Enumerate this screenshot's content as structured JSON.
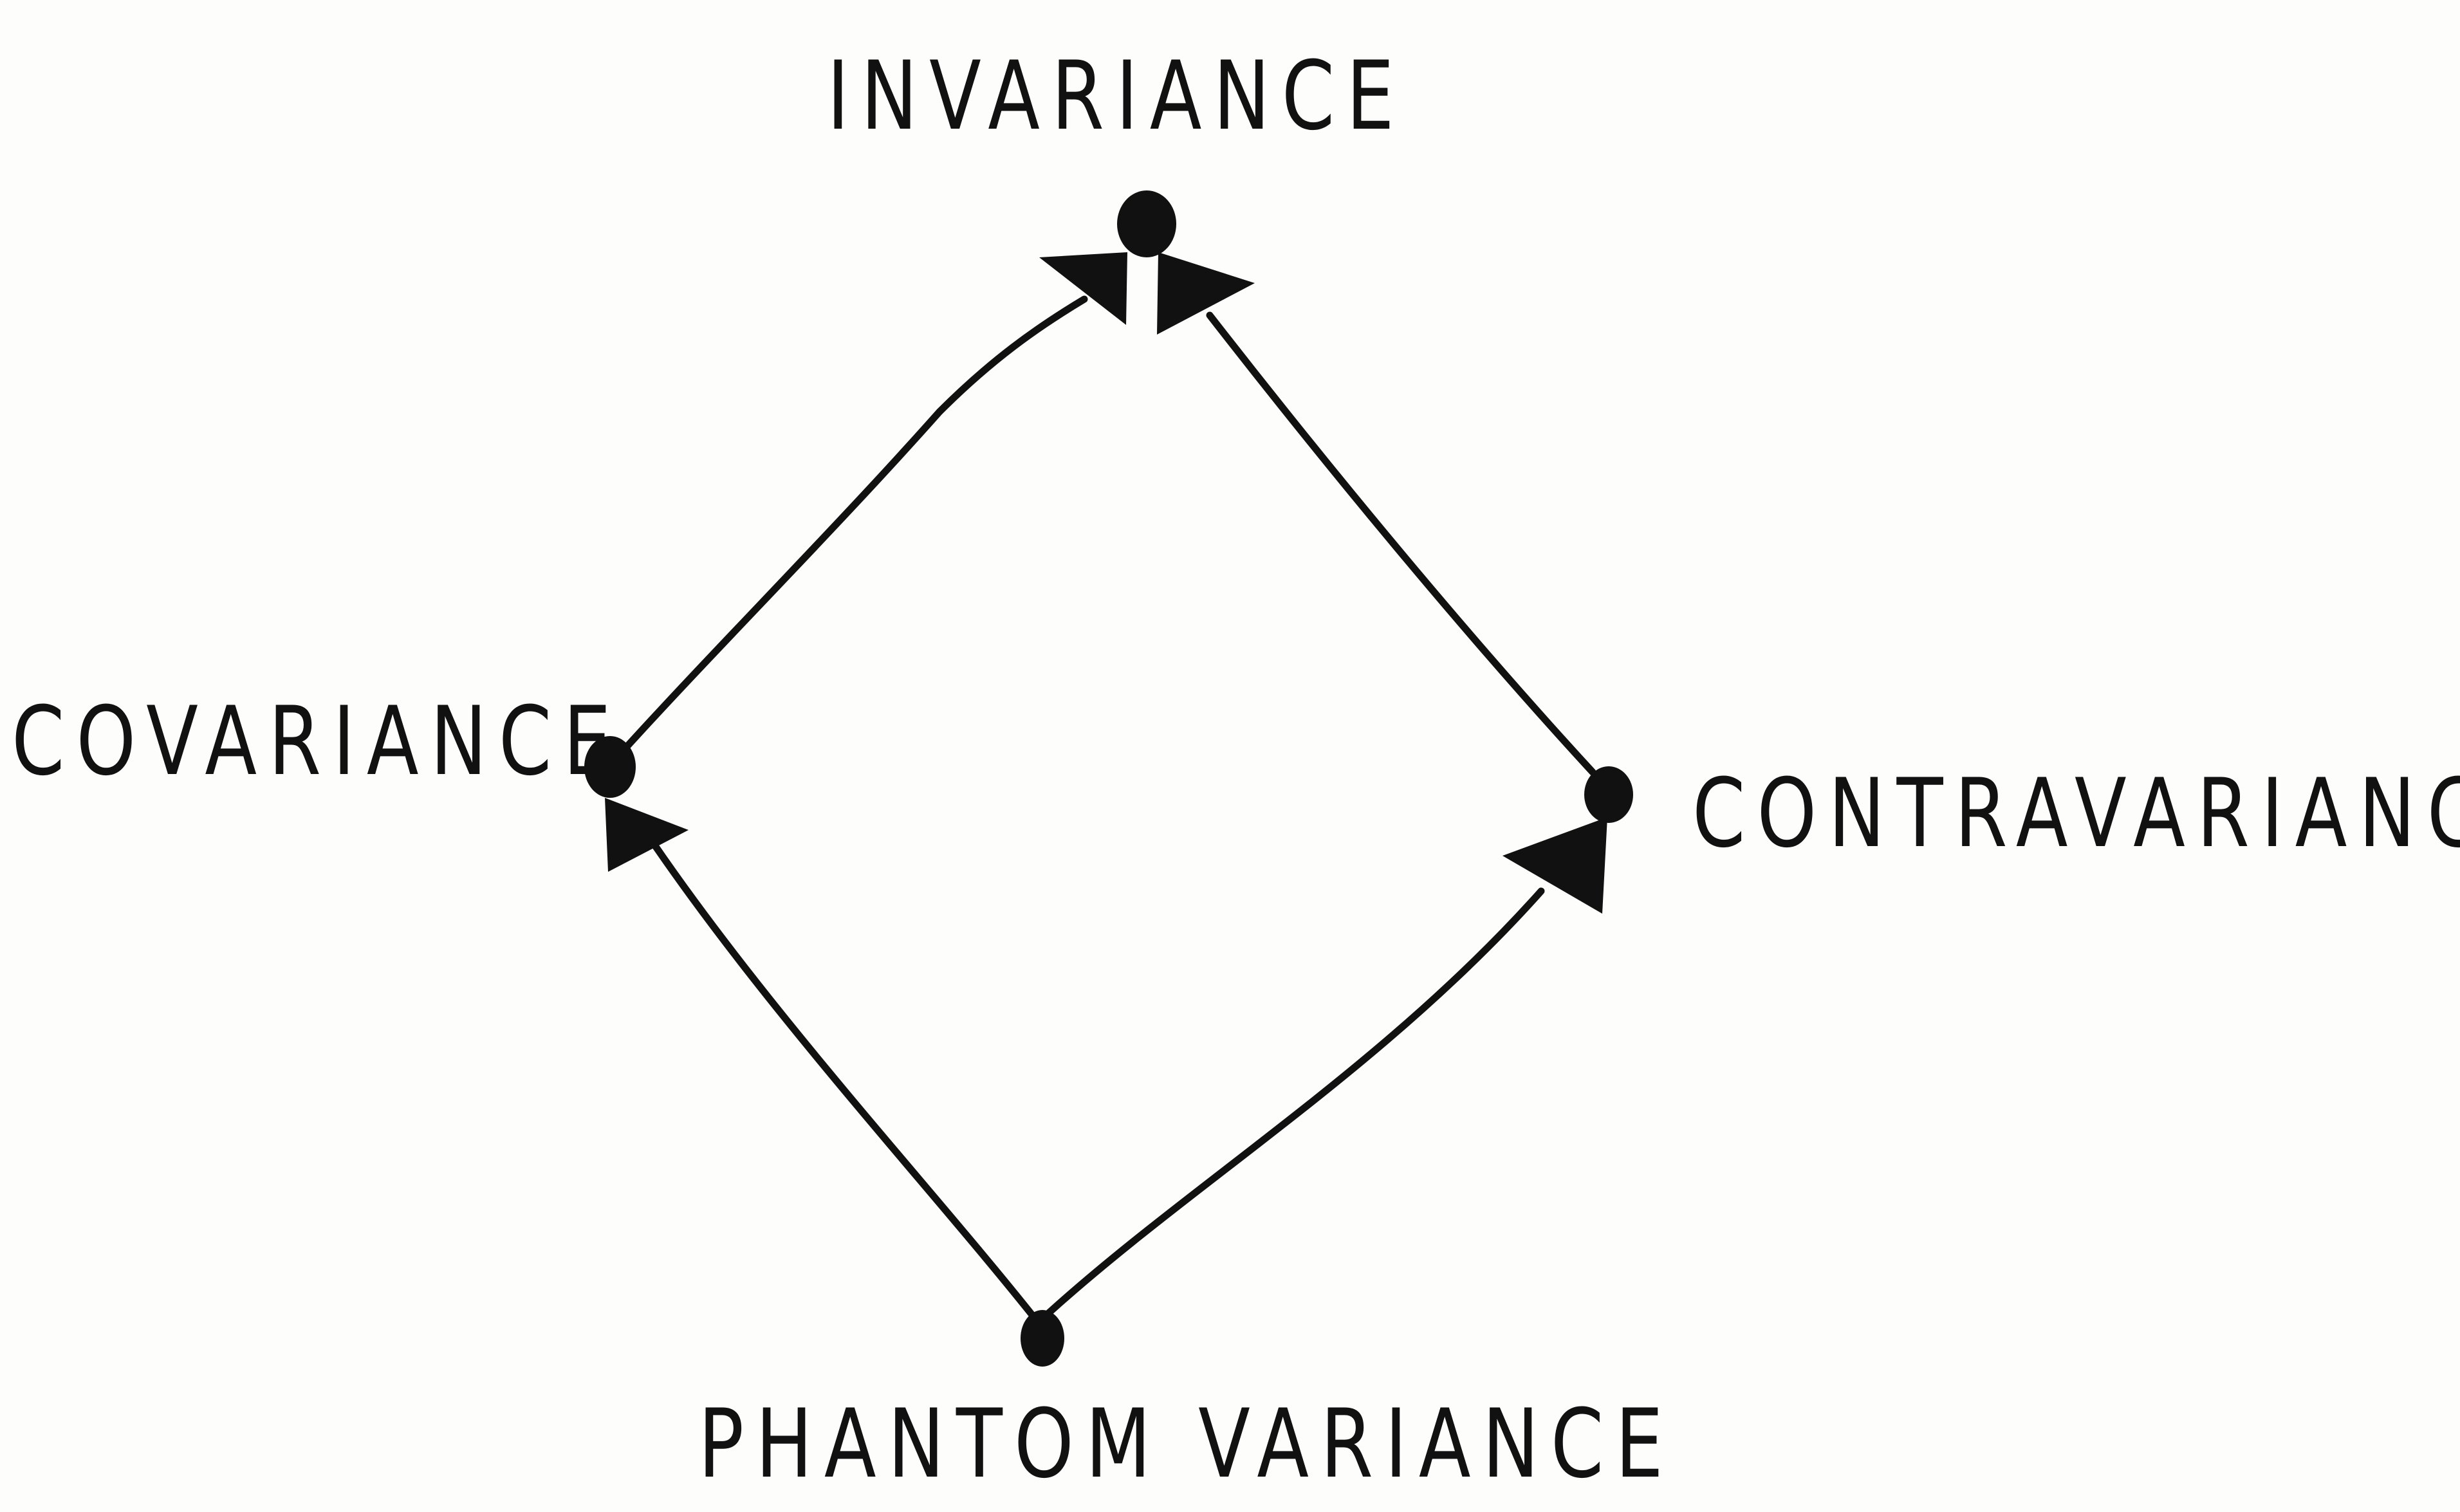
{
  "diagram": {
    "colors": {
      "ink": "#111111",
      "paper": "#fdfdfb"
    },
    "nodes": {
      "top": {
        "label": "INVARIANCE"
      },
      "left": {
        "label": "COVARIANCE"
      },
      "right": {
        "label": "CONTRAVARIANCE"
      },
      "bottom": {
        "label": "PHANTOM VARIANCE"
      }
    },
    "edges": [
      {
        "from": "bottom",
        "to": "left"
      },
      {
        "from": "bottom",
        "to": "right"
      },
      {
        "from": "left",
        "to": "top"
      },
      {
        "from": "right",
        "to": "top"
      }
    ]
  }
}
